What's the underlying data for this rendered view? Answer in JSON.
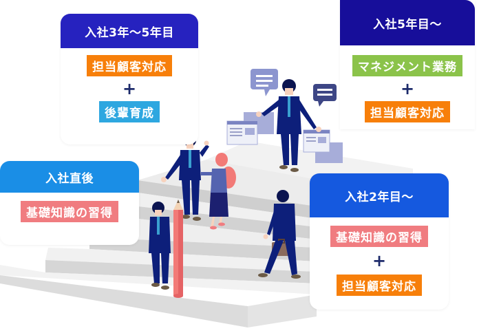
{
  "colors": {
    "head_3to5": "#2622bf",
    "head_5plus": "#170e9a",
    "head_start": "#1a8ee6",
    "head_2plus": "#1559df",
    "customer": "#f77f0a",
    "junior": "#2ea7e0",
    "basic": "#f07c80",
    "management": "#8bc34a",
    "plus": "#1d2b6b",
    "suit": "#0d1f7a",
    "stair_top": "#f1f1f1",
    "stair_side": "#d9d9d9"
  },
  "cards": {
    "start": {
      "title": "入社直後",
      "items": [
        "基礎知識の習得"
      ]
    },
    "year2": {
      "title": "入社2年目〜",
      "items": [
        "基礎知識の習得",
        "担当顧客対応"
      ],
      "plus": "+"
    },
    "year3to5": {
      "title": "入社3年〜5年目",
      "items": [
        "担当顧客対応",
        "後輩育成"
      ],
      "plus": "+"
    },
    "year5plus": {
      "title": "入社5年目〜",
      "items": [
        "マネジメント業務",
        "担当顧客対応"
      ],
      "plus": "+"
    }
  },
  "illustration": {
    "figures": [
      "new-employee-standing",
      "walking-employee-with-briefcase",
      "mentor-pointing",
      "woman-listening",
      "manager-presenting"
    ],
    "objects": [
      "pencil",
      "speech-bubbles",
      "document-windows",
      "staircase"
    ]
  }
}
